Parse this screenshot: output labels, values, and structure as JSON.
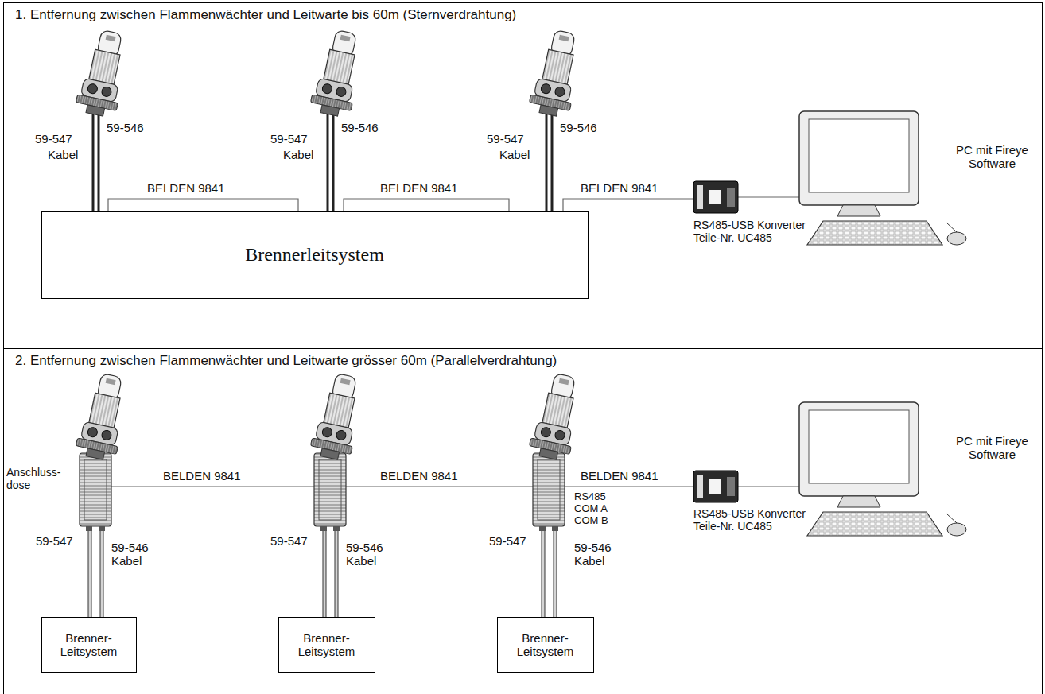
{
  "diagram": {
    "nodes": [
      {
        "text": [
          "1. Entfernung zwischen Flammenwächter und Leitwarte bis 60m (Sternverdrahtung)"
        ]
      },
      {
        "text": [
          "Brennerleitsystem"
        ],
        "in": 0
      },
      {
        "text": [
          "2. Entfernung zwischen Flammenwächter und Leitwarte grösser 60m (Parallelverdrahtung)"
        ]
      },
      {
        "text": [
          "Brenner- Leitsystem"
        ],
        "in": 2
      },
      {
        "text": [
          "Brenner- Leitsystem"
        ],
        "in": 2
      },
      {
        "text": [
          "Brenner- Leitsystem"
        ],
        "in": 2
      }
    ],
    "labels": [
      "59-547",
      "Kabel",
      "59-546",
      "59-547",
      "Kabel",
      "59-546",
      "59-547",
      "Kabel",
      "59-546",
      "BELDEN 9841",
      "BELDEN 9841",
      "BELDEN 9841",
      "RS485-USB Konverter Teile-Nr. UC485",
      "PC mit Fireye Software",
      "Anschluss- dose",
      "BELDEN 9841",
      "BELDEN 9841",
      "BELDEN 9841",
      "RS485 COM A COM B",
      "59-547",
      "59-546 Kabel",
      "59-547",
      "59-546 Kabel",
      "59-547",
      "59-546 Kabel",
      "RS485-USB Konverter Teile-Nr. UC485",
      "PC mit Fireye Software"
    ]
  }
}
